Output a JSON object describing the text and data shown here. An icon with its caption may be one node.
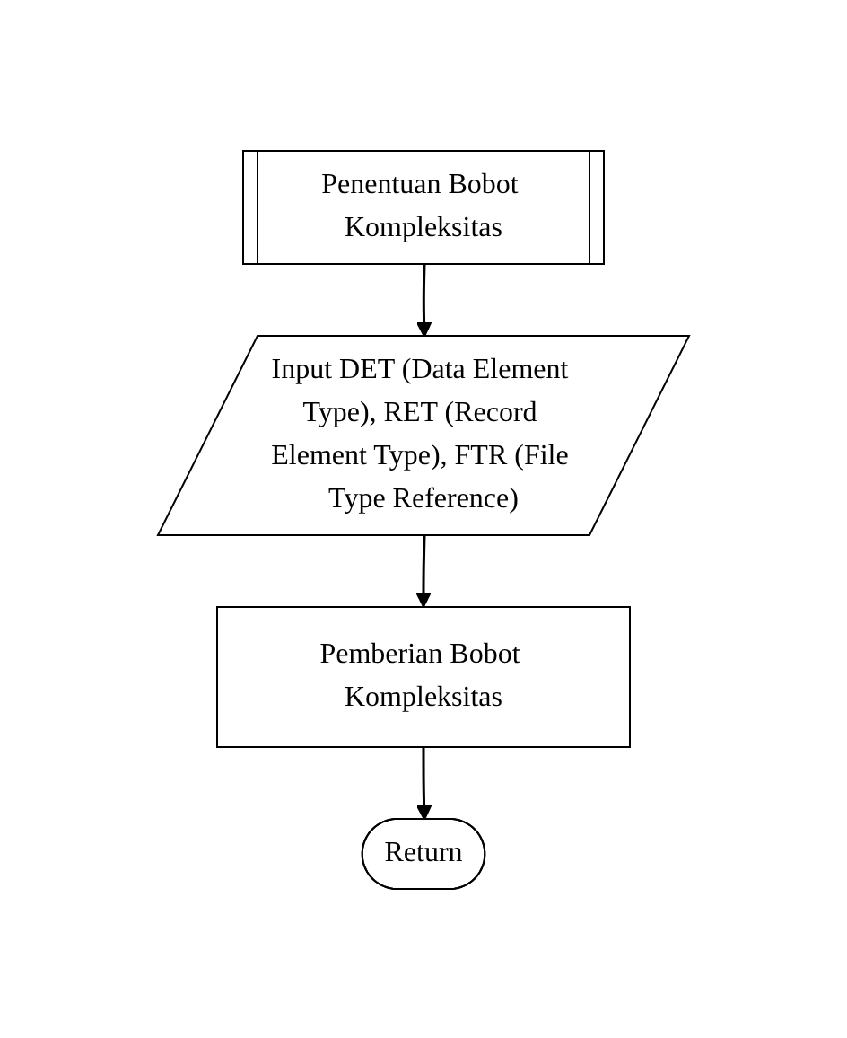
{
  "diagram": {
    "nodes": [
      {
        "text": [
          "Penentuan Bobot Kompleksitas"
        ]
      },
      {
        "text": [
          "Input DET (Data Element Type), RET (Record Element Type), FTR (File Type Reference)"
        ]
      },
      {
        "text": [
          "Pemberian Bobot Kompleksitas"
        ]
      },
      {
        "text": [
          "Return"
        ]
      }
    ],
    "edges": [
      {
        "from": 0,
        "to": 1,
        "arrow": "to"
      },
      {
        "from": 1,
        "to": 2,
        "arrow": "to"
      },
      {
        "from": 2,
        "to": 3,
        "arrow": "to"
      }
    ]
  }
}
